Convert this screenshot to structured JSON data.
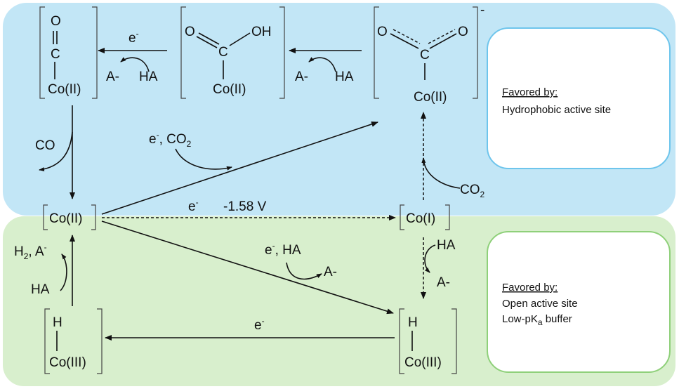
{
  "species": {
    "carbonyl_atom_o": "O",
    "carbonyl_atom_c": "C",
    "carbonyl_metal": "Co(II)",
    "carboxylic_o": "O",
    "carboxylic_oh": "OH",
    "carboxylic_c": "C",
    "carboxylic_metal": "Co(II)",
    "carboxylate_o_left": "O",
    "carboxylate_o_right": "O",
    "carboxylate_c": "C",
    "carboxylate_metal": "Co(II)",
    "carboxylate_charge": "-",
    "co2_left": "Co(II)",
    "co1": "Co(I)",
    "hydride_left_h": "H",
    "hydride_left_metal": "Co(III)",
    "hydride_right_h": "H",
    "hydride_right_metal": "Co(III)"
  },
  "labels": {
    "e": "e",
    "minus": "-",
    "a_minus": "A-",
    "ha": "HA",
    "co": "CO",
    "co2_main": "CO",
    "co2_sub": "2",
    "e_co2_comma": ", CO",
    "e_ha_comma": ", HA",
    "potential": "-1.58 V",
    "h2": "H",
    "h2_sub": "2",
    "h2_rest": ", A"
  },
  "panels": {
    "top": {
      "heading": "Favored by:",
      "lines": [
        "Hydrophobic active site"
      ]
    },
    "bottom": {
      "heading": "Favored by:",
      "line1": "Open active site",
      "line2_pre": "Low-pK",
      "line2_sub": "a",
      "line2_post": " buffer"
    }
  },
  "colors": {
    "top_region": "#c2e6f6",
    "bottom_region": "#d8efcd",
    "top_box_border": "#6ec5ec",
    "bottom_box_border": "#8fd07a"
  }
}
